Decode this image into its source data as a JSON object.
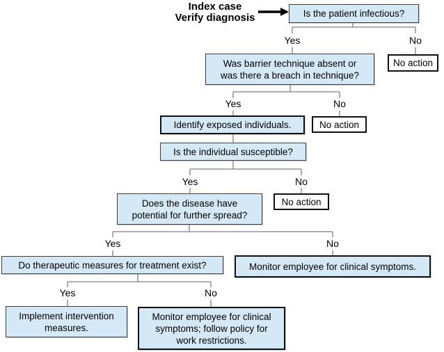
{
  "diagram": {
    "title": "Index case\nVerify diagnosis",
    "branch_labels": {
      "yes": "Yes",
      "no": "No"
    },
    "nodes": {
      "q_infectious": "Is the patient infectious?",
      "no_action_1": "No action",
      "q_barrier": "Was barrier technique absent or\nwas there a breach in technique?",
      "no_action_2": "No action",
      "identify": "Identify exposed individuals.",
      "q_susceptible": "Is the individual susceptible?",
      "no_action_3": "No action",
      "q_spread": "Does the disease have\npotential for further spread?",
      "q_therapeutic": "Do therapeutic measures for treatment exist?",
      "monitor_symptoms": "Monitor employee for clinical symptoms.",
      "implement": "Implement intervention\nmeasures.",
      "monitor_restrictions": "Monitor employee for clinical\nsymptoms; follow policy for\nwork restrictions."
    },
    "colors": {
      "node_fill": "#d4e8f5",
      "node_border": "#3d3d3d",
      "emphasis_border": "#111111",
      "action_fill": "#ffffff",
      "connector": "#7f7f7f",
      "arrow": "#000000",
      "text": "#000000"
    }
  }
}
